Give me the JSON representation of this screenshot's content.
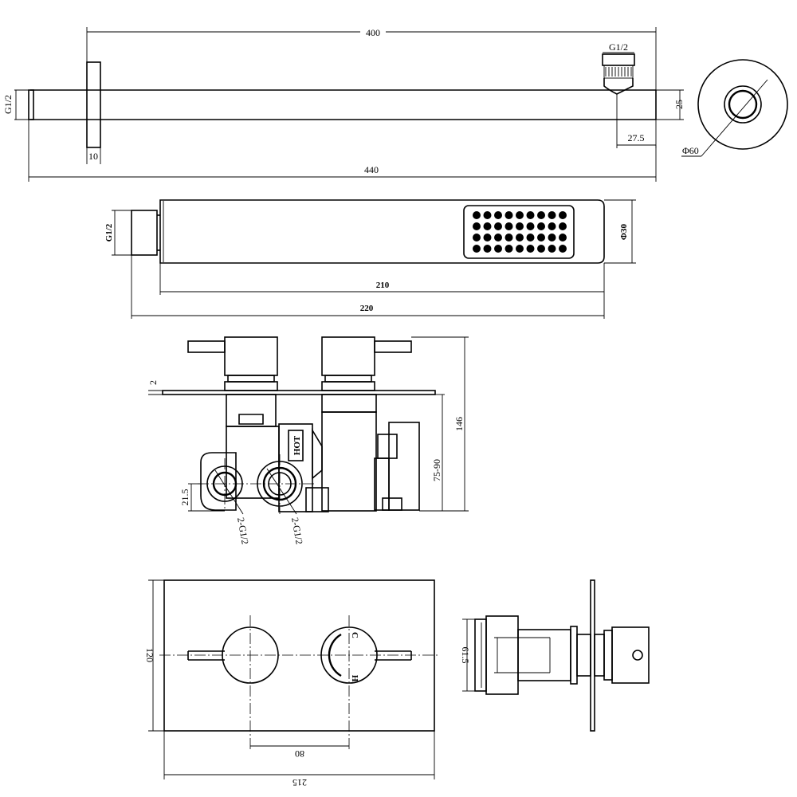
{
  "arm": {
    "length_400": "400",
    "thread_top": "G1/2",
    "thread_left": "G1/2",
    "height_25": "25",
    "offset_27_5": "27.5",
    "flange_10": "10",
    "total_440": "440",
    "flange_dia": "Φ60"
  },
  "handshower": {
    "thread": "G1/2",
    "dia_30": "Φ30",
    "length_210": "210",
    "length_220": "220"
  },
  "valve_side": {
    "plate_2": "2",
    "height_146": "146",
    "depth_75_90": "75-90",
    "inlet_21_5": "21.5",
    "inlet_label_1": "2-G1/2",
    "inlet_label_2": "2-G1/2",
    "hot_label": "HOT"
  },
  "valve_front": {
    "height_120": "120",
    "spacing_80": "80",
    "width_215": "215",
    "mark_c": "C",
    "mark_h": "H"
  },
  "valve_profile": {
    "height_61_5": "61.5"
  }
}
